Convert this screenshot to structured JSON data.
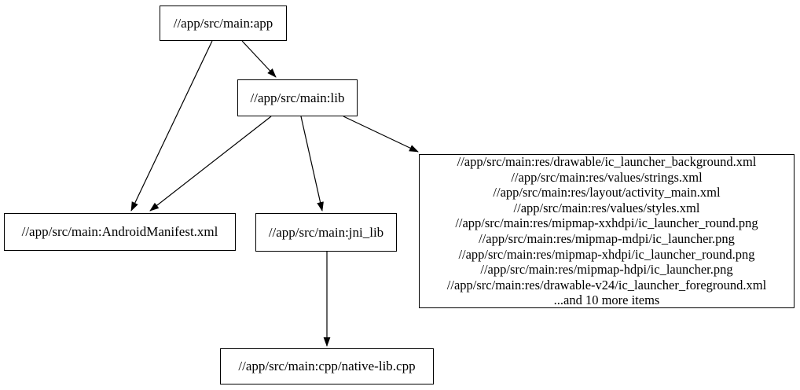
{
  "graph": {
    "background_color": "#ffffff",
    "node_border_color": "#000000",
    "edge_color": "#000000",
    "text_color": "#000000"
  },
  "nodes": {
    "app": {
      "label": "//app/src/main:app"
    },
    "lib": {
      "label": "//app/src/main:lib"
    },
    "android_manifest": {
      "label": "//app/src/main:AndroidManifest.xml"
    },
    "jni_lib": {
      "label": "//app/src/main:jni_lib"
    },
    "native_lib": {
      "label": "//app/src/main:cpp/native-lib.cpp"
    },
    "res_group": {
      "lines": [
        "//app/src/main:res/drawable/ic_launcher_background.xml",
        "//app/src/main:res/values/strings.xml",
        "//app/src/main:res/layout/activity_main.xml",
        "//app/src/main:res/values/styles.xml",
        "//app/src/main:res/mipmap-xxhdpi/ic_launcher_round.png",
        "//app/src/main:res/mipmap-mdpi/ic_launcher.png",
        "//app/src/main:res/mipmap-xhdpi/ic_launcher_round.png",
        "//app/src/main:res/mipmap-hdpi/ic_launcher.png",
        "//app/src/main:res/drawable-v24/ic_launcher_foreground.xml",
        "...and 10 more items"
      ]
    }
  },
  "edges": [
    {
      "from": "//app/src/main:app",
      "to": "//app/src/main:AndroidManifest.xml"
    },
    {
      "from": "//app/src/main:app",
      "to": "//app/src/main:lib"
    },
    {
      "from": "//app/src/main:lib",
      "to": "//app/src/main:AndroidManifest.xml"
    },
    {
      "from": "//app/src/main:lib",
      "to": "//app/src/main:jni_lib"
    },
    {
      "from": "//app/src/main:lib",
      "to": "//app/src/main:res group"
    },
    {
      "from": "//app/src/main:jni_lib",
      "to": "//app/src/main:cpp/native-lib.cpp"
    }
  ]
}
